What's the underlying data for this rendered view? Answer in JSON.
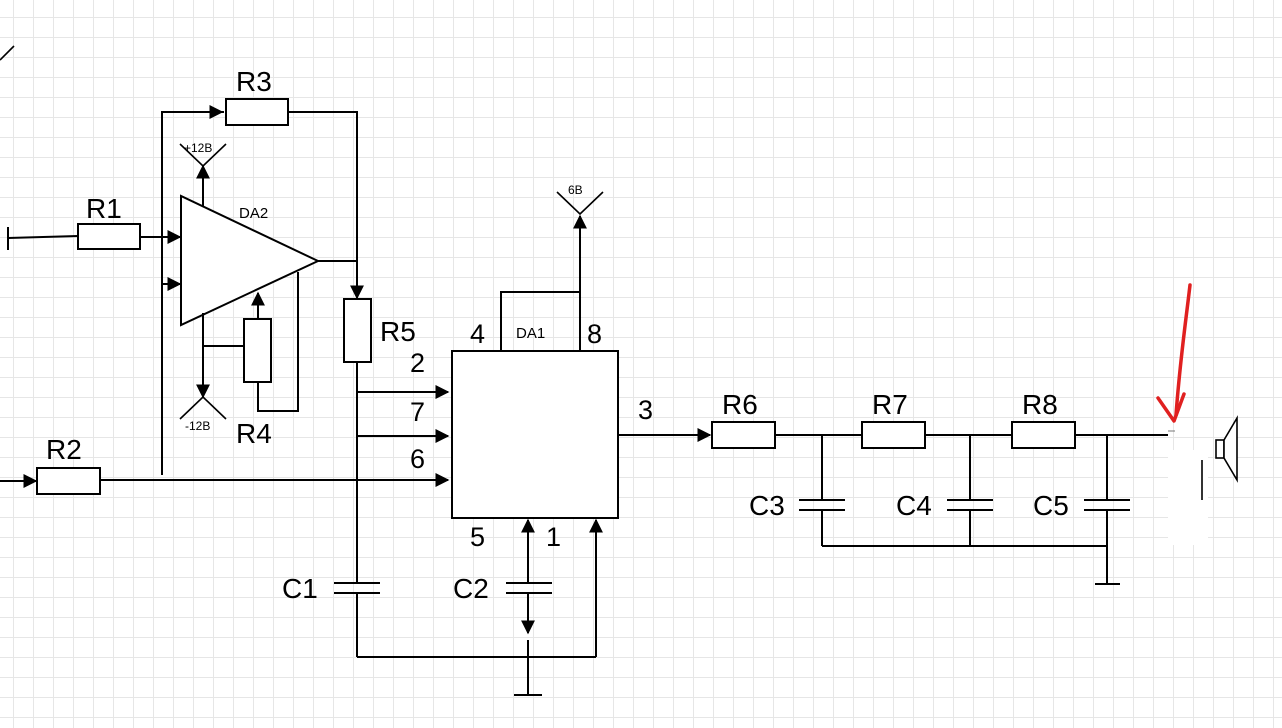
{
  "components": {
    "r1": "R1",
    "r2": "R2",
    "r3": "R3",
    "r4": "R4",
    "r5": "R5",
    "r6": "R6",
    "r7": "R7",
    "r8": "R8",
    "c1": "C1",
    "c2": "C2",
    "c3": "C3",
    "c4": "C4",
    "c5": "C5",
    "da1": "DA1",
    "da2": "DA2"
  },
  "supplies": {
    "plus12": "+12В",
    "minus12": "-12В",
    "v6": "6В"
  },
  "pins": {
    "p2": "2",
    "p7": "7",
    "p6": "6",
    "p3": "3",
    "p4": "4",
    "p8": "8",
    "p5": "5",
    "p1": "1"
  },
  "colors": {
    "wire": "#000000",
    "marker": "#e02020",
    "grid": "#e6e6e6"
  }
}
